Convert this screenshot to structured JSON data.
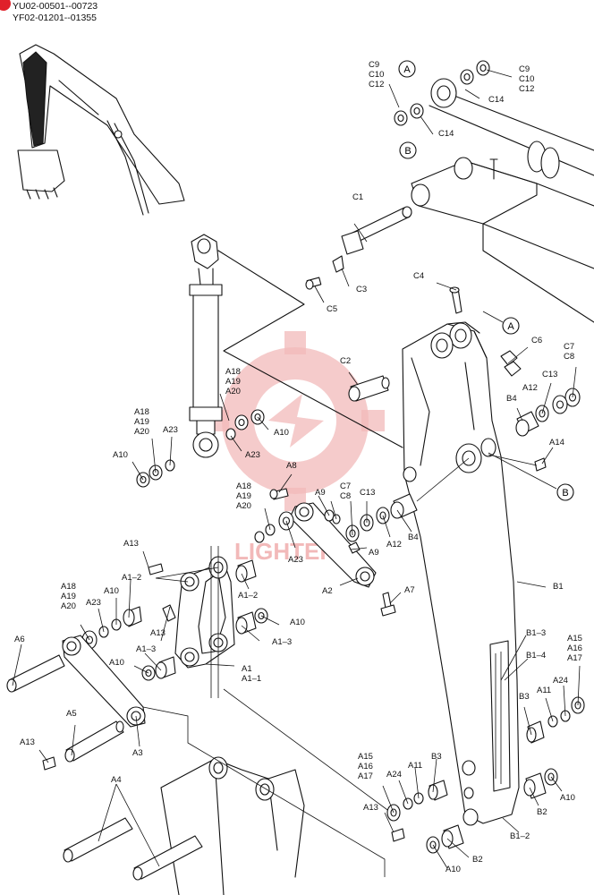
{
  "header": {
    "line1": "YU02-00501--00723",
    "line2": "YF02-01201--01355",
    "badge_color": "#e0202a"
  },
  "watermark": {
    "text": "LIGHTER",
    "color": "#f2b9b9"
  },
  "circle_markers": {
    "a": "A",
    "b": "B",
    "a2": "A",
    "b2": "B"
  },
  "callouts": {
    "c9_c10_c12_left": "C9\nC10\nC12",
    "c9_c10_c12_right": "C9\nC10\nC12",
    "c14_upper": "C14",
    "c14_lower": "C14",
    "c1": "C1",
    "c3": "C3",
    "c5": "C5",
    "c4": "C4",
    "c2": "C2",
    "c6": "C6",
    "c7_c8_right": "C7\nC8",
    "c13_right": "C13",
    "a12_right": "A12",
    "b4_right": "B4",
    "a14": "A14",
    "a18_a19_a20_top": "A18\nA19\nA20",
    "a10_cyl": "A10",
    "a23_cyl": "A23",
    "a18_a19_a20_left": "A18\nA19\nA20",
    "a23_left": "A23",
    "a10_left": "A10",
    "a8": "A8",
    "a9_upper": "A9",
    "c7_c8_mid": "C7\nC8",
    "c13_mid": "C13",
    "a18_a19_a20_mid": "A18\nA19\nA20",
    "a23_mid": "A23",
    "a9_lower": "A9",
    "a12_mid": "A12",
    "b4_mid": "B4",
    "a2": "A2",
    "a7": "A7",
    "a13_upper": "A13",
    "a1_2_upper": "A1–2",
    "a1_2_lower": "A1–2",
    "a18_a19_a20_low": "A18\nA19\nA20",
    "a23_low": "A23",
    "a10_low": "A10",
    "a13_mid": "A13",
    "a10_right": "A10",
    "a1_3_right": "A1–3",
    "a6": "A6",
    "a1_3_left": "A1–3",
    "a10_lower_left": "A10",
    "a1": "A1\nA1–1",
    "a5": "A5",
    "a13_lower": "A13",
    "a3": "A3",
    "a4": "A4",
    "b1": "B1",
    "b1_3": "B1–3",
    "b1_4": "B1–4",
    "a15_a16_a17_right": "A15\nA16\nA17",
    "a24_right": "A24",
    "a11_right": "A11",
    "b3_right": "B3",
    "a15_a16_a17_bottom": "A15\nA16\nA17",
    "a24_bottom": "A24",
    "a11_bottom": "A11",
    "b3_bottom": "B3",
    "a13_bottom": "A13",
    "a10_bottom_right": "A10",
    "b2_right": "B2",
    "b1_2": "B1–2",
    "b2_bottom": "B2",
    "a10_bottom": "A10"
  }
}
